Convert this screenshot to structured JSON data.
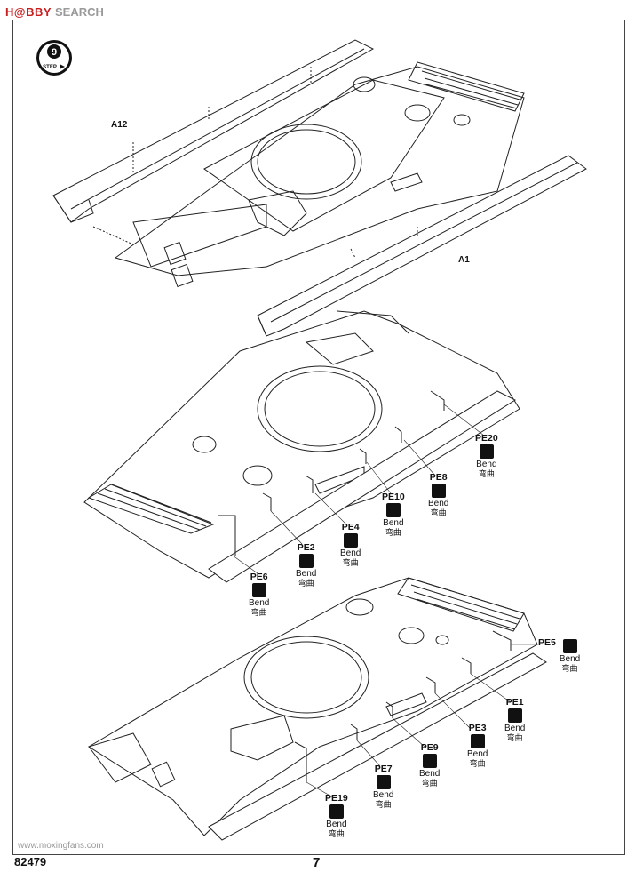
{
  "header": {
    "brand": "H@BBY",
    "site": "SEARCH"
  },
  "step": {
    "number": "9",
    "label": "STEP"
  },
  "parts_top": {
    "left": "A12",
    "right": "A1"
  },
  "callouts": {
    "pe20": {
      "id": "PE20",
      "bend": "Bend",
      "cn": "弯曲"
    },
    "pe8": {
      "id": "PE8",
      "bend": "Bend",
      "cn": "弯曲"
    },
    "pe10": {
      "id": "PE10",
      "bend": "Bend",
      "cn": "弯曲"
    },
    "pe4": {
      "id": "PE4",
      "bend": "Bend",
      "cn": "弯曲"
    },
    "pe2": {
      "id": "PE2",
      "bend": "Bend",
      "cn": "弯曲"
    },
    "pe6": {
      "id": "PE6",
      "bend": "Bend",
      "cn": "弯曲"
    },
    "pe5": {
      "id": "PE5",
      "bend": "Bend",
      "cn": "弯曲"
    },
    "pe1": {
      "id": "PE1",
      "bend": "Bend",
      "cn": "弯曲"
    },
    "pe3": {
      "id": "PE3",
      "bend": "Bend",
      "cn": "弯曲"
    },
    "pe9": {
      "id": "PE9",
      "bend": "Bend",
      "cn": "弯曲"
    },
    "pe7": {
      "id": "PE7",
      "bend": "Bend",
      "cn": "弯曲"
    },
    "pe19": {
      "id": "PE19",
      "bend": "Bend",
      "cn": "弯曲"
    }
  },
  "footer": {
    "code": "82479",
    "page": "7",
    "watermark": "www.moxingfans.com"
  }
}
